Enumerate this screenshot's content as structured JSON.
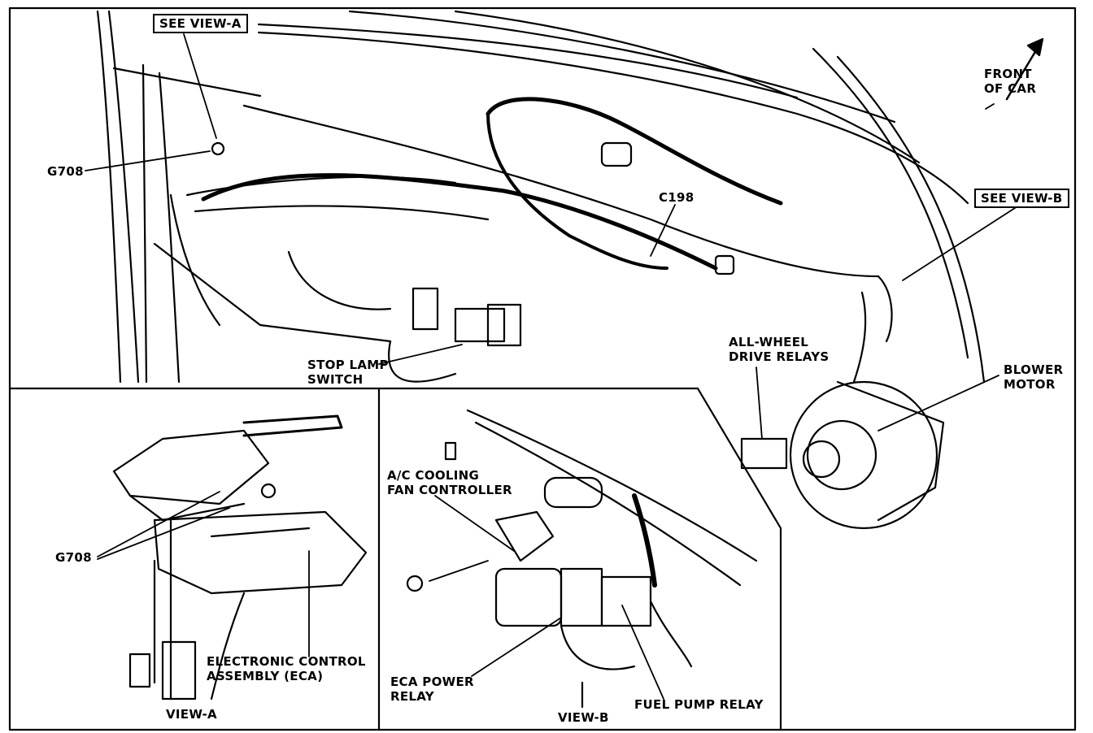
{
  "labels": {
    "see_view_a": "SEE VIEW-A",
    "see_view_b": "SEE VIEW-B",
    "front_of_car": "FRONT\nOF CAR",
    "g708_main": "G708",
    "c198": "C198",
    "stop_lamp_switch": "STOP LAMP\nSWITCH",
    "all_wheel_drive_relays": "ALL-WHEEL\nDRIVE RELAYS",
    "blower_motor": "BLOWER\nMOTOR",
    "g708_view_a": "G708",
    "electronic_control_assembly": "ELECTRONIC CONTROL\nASSEMBLY (ECA)",
    "view_a": "VIEW-A",
    "ac_cooling_fan_controller": "A/C COOLING\nFAN CONTROLLER",
    "eca_power_relay": "ECA POWER\nRELAY",
    "fuel_pump_relay": "FUEL PUMP RELAY",
    "view_b": "VIEW-B"
  }
}
